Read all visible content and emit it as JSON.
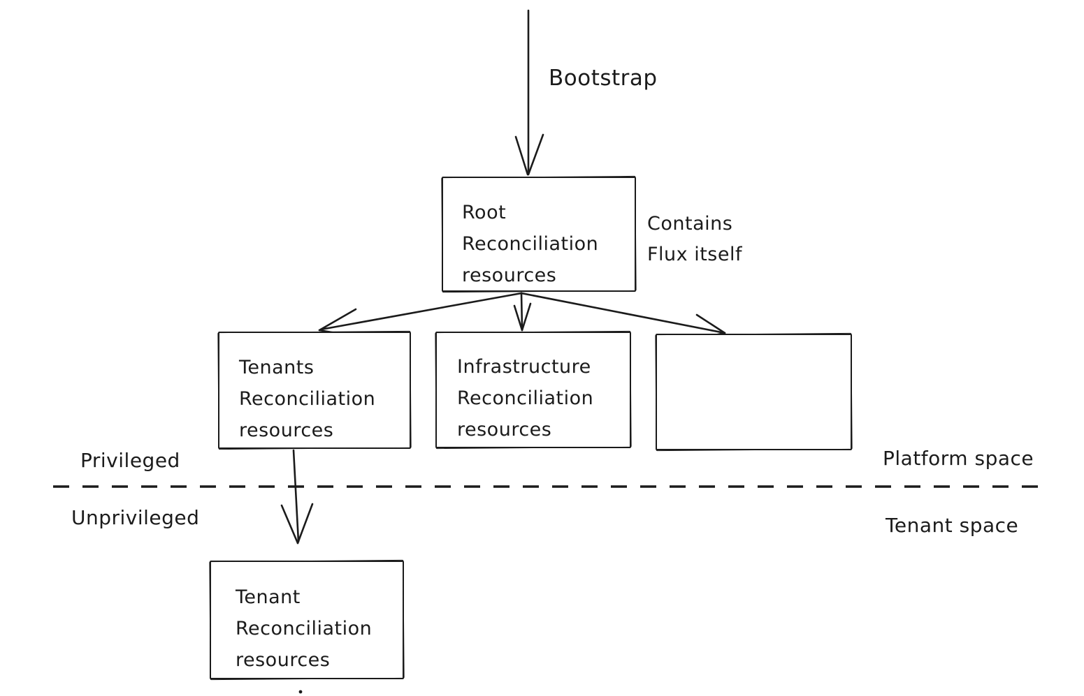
{
  "canvas": {
    "background_color": "#ffffff",
    "ink_color": "#1b1b1b"
  },
  "labels": {
    "bootstrap": "Bootstrap",
    "contains_note": {
      "lines": [
        "Contains",
        "Flux itself"
      ]
    },
    "privileged": "Privileged",
    "unprivileged": "Unprivileged",
    "platform_space": "Platform space",
    "tenant_space": "Tenant space"
  },
  "boxes": {
    "root": {
      "lines": [
        "Root",
        "Reconciliation",
        "resources"
      ]
    },
    "tenants": {
      "lines": [
        "Tenants",
        "Reconciliation",
        "resources"
      ]
    },
    "infrastructure": {
      "lines": [
        "Infrastructure",
        "Reconciliation",
        "resources"
      ]
    },
    "empty": {
      "lines": []
    },
    "tenant": {
      "lines": [
        "Tenant",
        "Reconciliation",
        "resources"
      ]
    }
  },
  "arrows": {
    "bootstrap_arrow": "bootstrap-to-root",
    "root_to_tenants": "root-to-tenants",
    "root_to_infrastructure": "root-to-infrastructure",
    "root_to_empty": "root-to-empty-box",
    "tenants_to_tenant": "tenants-to-tenant"
  }
}
